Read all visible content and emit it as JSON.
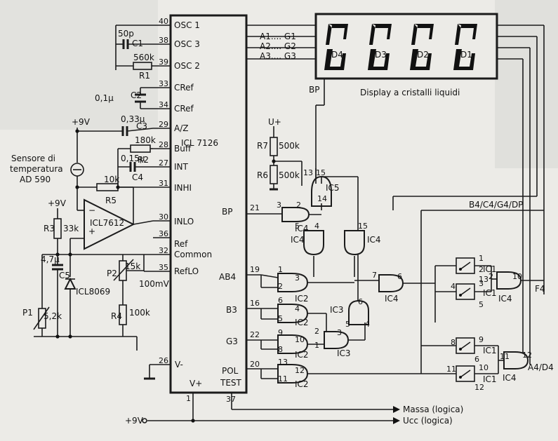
{
  "ic7126": {
    "name": "ICL 7126",
    "pins": [
      {
        "num": "40",
        "label": "OSC 1"
      },
      {
        "num": "38",
        "label": "OSC 3"
      },
      {
        "num": "39",
        "label": "OSC 2"
      },
      {
        "num": "33",
        "label": "CRef"
      },
      {
        "num": "34",
        "label": "CRef"
      },
      {
        "num": "29",
        "label": "A/Z"
      },
      {
        "num": "28",
        "label": "Buff"
      },
      {
        "num": "27",
        "label": "INT"
      },
      {
        "num": "31",
        "label": "INHI"
      },
      {
        "num": "30",
        "label": "INLO"
      },
      {
        "num": "36",
        "label": "Ref"
      },
      {
        "num": "32",
        "label": "Common"
      },
      {
        "num": "35",
        "label": "RefLO"
      },
      {
        "num": "26",
        "label": "V-"
      },
      {
        "num": "21",
        "label": "BP"
      },
      {
        "num": "19",
        "label": "AB4"
      },
      {
        "num": "16",
        "label": "B3"
      },
      {
        "num": "22",
        "label": "G3"
      },
      {
        "num": "20",
        "label": "POL"
      },
      {
        "num": "37",
        "label": "TEST"
      },
      {
        "num": "1",
        "label": "V+"
      }
    ]
  },
  "components": {
    "c1": "50p",
    "c1_name": "C1",
    "r1": "560k",
    "r1_name": "R1",
    "c2": "0,1µ",
    "c2_name": "C2",
    "c3": "0,33µ",
    "c3_name": "C3",
    "r2": "180k",
    "r2_name": "R2",
    "c4": "0,15µ",
    "c4_name": "C4",
    "r5": "10k",
    "r5_name": "R5",
    "r3": "33k",
    "r3_name": "R3",
    "c5": "4,7µ",
    "c5_name": "C5",
    "p2": "15k",
    "p2_name": "P2",
    "r4": "100k",
    "r4_name": "R4",
    "p1": "5,2k",
    "p1_name": "P1",
    "r7": "500k",
    "r7_name": "R7",
    "r6": "500k",
    "r6_name": "R6",
    "ref_v": "100mV",
    "icl8069": "ICL8069",
    "icl7612": "ICL7612",
    "plus9v": "+9V",
    "u_plus": "U+",
    "opamp_minus": "−",
    "opamp_plus": "+"
  },
  "sensor": {
    "line1": "Sensore di",
    "line2": "temperatura",
    "line3": "AD 590"
  },
  "display": {
    "digits": [
      "D4",
      "D3",
      "D2",
      "D1"
    ],
    "seg_lines": [
      "A1.... G1",
      "A2.... G2",
      "A3.... G3"
    ],
    "bp": "BP",
    "caption": "Display a cristalli liquidi"
  },
  "gates": {
    "ic5_num": "13",
    "ic5_pin15": "15",
    "ic5_pin14": "14",
    "ic5_name": "IC5",
    "ic4a": [
      "3",
      "2",
      "IC4"
    ],
    "ic4b": [
      "5",
      "4",
      "IC4"
    ],
    "ic4c": [
      "15",
      "IC4"
    ],
    "ic2a": [
      "1",
      "2",
      "3",
      "IC2"
    ],
    "ic2b": [
      "6",
      "4",
      "5",
      "IC2"
    ],
    "ic2c": [
      "9",
      "10",
      "8",
      "IC2"
    ],
    "ic2d": [
      "13",
      "12",
      "11",
      "IC2"
    ],
    "ic3a": [
      "2",
      "1",
      "3",
      "IC3"
    ],
    "ic3b": [
      "IC3",
      "6",
      "5",
      "4"
    ],
    "ic4d": [
      "7",
      "6",
      "IC4"
    ],
    "ic4e": [
      "2",
      "10",
      "IC4"
    ],
    "ic4f": [
      "11",
      "12",
      "IC4"
    ]
  },
  "switches": {
    "sw1": [
      "1",
      "2",
      "IC1"
    ],
    "sw2": [
      "4",
      "3",
      "13",
      "IC1",
      "5"
    ],
    "sw3": [
      "8",
      "9",
      "IC1",
      "6"
    ],
    "sw4": [
      "11",
      "10",
      "IC1",
      "12"
    ]
  },
  "outputs": {
    "bus": "B4/C4/G4/DP",
    "f4": "F4",
    "a4d4": "A4/D4"
  },
  "rails": {
    "massa": "Massa (logica)",
    "ucc": "Ucc (logica)",
    "plus9v": "+9V"
  }
}
